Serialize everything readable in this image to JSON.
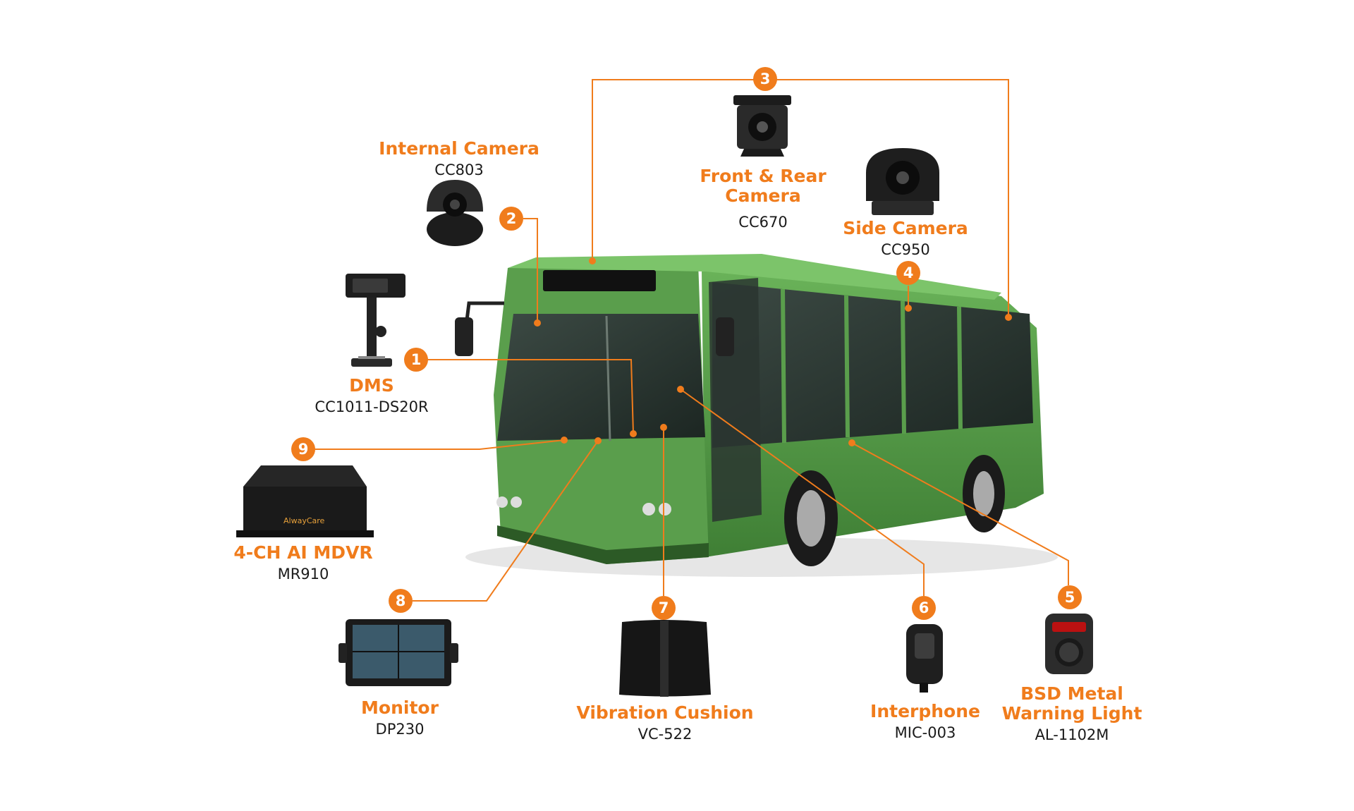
{
  "accent_color": "#f07c1c",
  "bus_color": "#5a9e4c",
  "components": [
    {
      "number": "1",
      "title": "DMS",
      "model": "CC1011-DS20R",
      "icon": "dms-camera-icon"
    },
    {
      "number": "2",
      "title": "Internal Camera",
      "model": "CC803",
      "icon": "dome-camera-icon"
    },
    {
      "number": "3",
      "title": "Front & Rear Camera",
      "title_lines": [
        "Front & Rear",
        "Camera"
      ],
      "model": "CC670",
      "icon": "rear-camera-icon"
    },
    {
      "number": "4",
      "title": "Side Camera",
      "model": "CC950",
      "icon": "side-camera-icon"
    },
    {
      "number": "5",
      "title": "BSD Metal Warning Light",
      "title_lines": [
        "BSD Metal",
        "Warning Light"
      ],
      "model": "AL-1102M",
      "icon": "warning-light-icon"
    },
    {
      "number": "6",
      "title": "Interphone",
      "model": "MIC-003",
      "icon": "microphone-icon"
    },
    {
      "number": "7",
      "title": "Vibration Cushion",
      "model": "VC-522",
      "icon": "cushion-icon"
    },
    {
      "number": "8",
      "title": "Monitor",
      "model": "DP230",
      "icon": "monitor-icon"
    },
    {
      "number": "9",
      "title": "4-CH AI MDVR",
      "model": "MR910",
      "icon": "mdvr-icon",
      "brand_text": "AlwayCare"
    }
  ]
}
